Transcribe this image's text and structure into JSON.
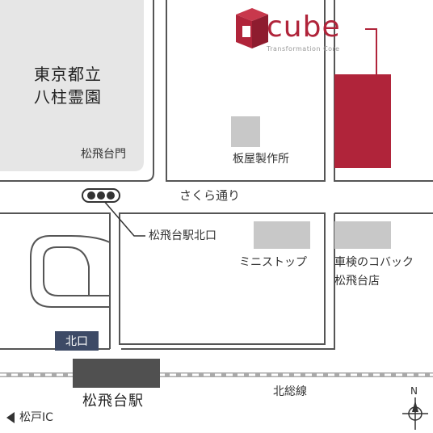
{
  "brand": {
    "name": "cube",
    "tagline": "Transformation Core",
    "color": "#b0243a"
  },
  "labels": {
    "cemetery": "東京都立\n八柱霊園",
    "cemetery_line1": "東京都立",
    "cemetery_line2": "八柱霊園",
    "cemetery_gate": "松飛台門",
    "itaya": "板屋製作所",
    "sakura_street": "さくら通り",
    "north_exit_intersection": "松飛台駅北口",
    "ministop": "ミニストップ",
    "kobac_line1": "車検のコバック",
    "kobac_line2": "松飛台店",
    "north_exit_tag": "北口",
    "station": "松飛台駅",
    "railway": "北総線",
    "ic": "松戸IC",
    "north": "N"
  },
  "icons": {
    "traffic_light": "traffic-light-icon",
    "compass": "compass-icon",
    "arrow_left": "triangle-left-icon"
  },
  "colors": {
    "block_fill": "#e6e6e6",
    "building_gray": "#c8c8c8",
    "road_line": "#555555",
    "station_bar": "#505050",
    "tag_bg": "#3d4a66",
    "target_red": "#b0243a"
  }
}
